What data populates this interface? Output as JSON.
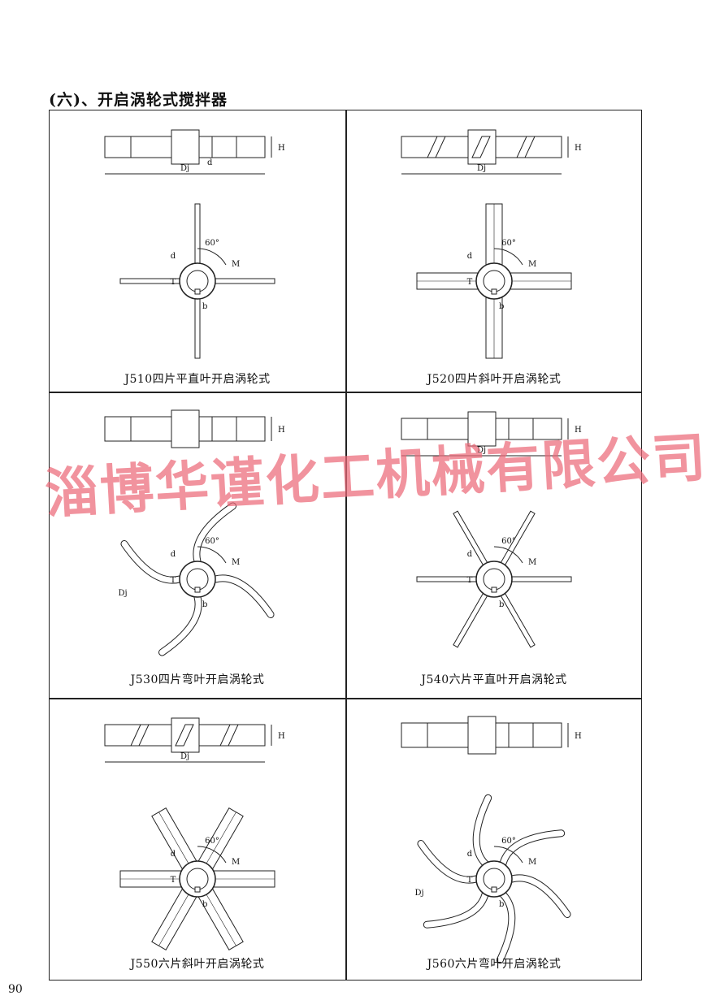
{
  "section_title": "(六)、开启涡轮式搅拌器",
  "page_number": "90",
  "watermark": "淄博华谨化工机械有限公司",
  "labels": {
    "H": "H",
    "Dj": "Dj",
    "d": "d",
    "b": "b",
    "M": "M",
    "T": "T",
    "angle": "60°"
  },
  "panels": [
    {
      "caption": "J510四片平直叶开启涡轮式",
      "blades": 4,
      "style": "flat"
    },
    {
      "caption": "J520四片斜叶开启涡轮式",
      "blades": 4,
      "style": "inclined"
    },
    {
      "caption": "J530四片弯叶开启涡轮式",
      "blades": 4,
      "style": "curved"
    },
    {
      "caption": "J540六片平直叶开启涡轮式",
      "blades": 6,
      "style": "flat"
    },
    {
      "caption": "J550六片斜叶开启涡轮式",
      "blades": 6,
      "style": "inclined"
    },
    {
      "caption": "J560六片弯叶开启涡轮式",
      "blades": 6,
      "style": "curved"
    }
  ]
}
